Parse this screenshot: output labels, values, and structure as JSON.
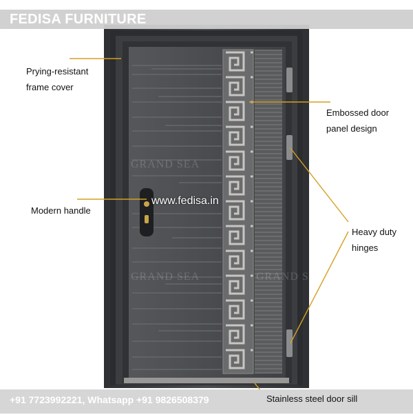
{
  "banner": {
    "title": "FEDISA FURNITURE"
  },
  "labels": {
    "frame": {
      "line1": "Prying-resistant",
      "line2": "frame cover"
    },
    "panel": {
      "line1": "Embossed door",
      "line2": "panel design"
    },
    "handle": "Modern handle",
    "hinges": {
      "line1": "Heavy duty",
      "line2": "hinges"
    },
    "sill": "Stainless steel door sill"
  },
  "website": "www.fedisa.in",
  "footer": {
    "contact": "+91 7723992221, Whatsapp +91 9826508379"
  },
  "watermarks": {
    "brand": "GRAND SEA"
  },
  "colors": {
    "accent_line": "#d4a020",
    "door_dark": "#4a4c4f",
    "frame": "#3a3c3f"
  }
}
